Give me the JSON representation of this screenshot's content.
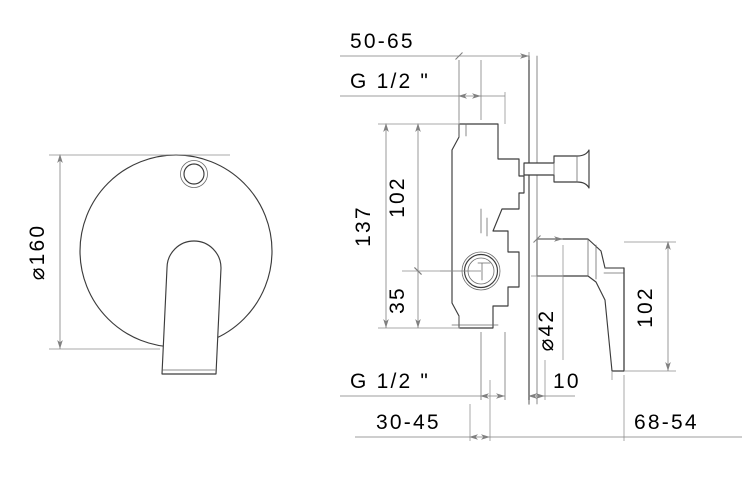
{
  "drawing": {
    "title": "Concealed shower mixer valve dimensional drawing",
    "background_color": "#ffffff",
    "line_color": "#3c3c3c",
    "dimension_color": "#808080",
    "text_color": "#000000",
    "views": {
      "front": {
        "name": "front-elevation",
        "description": "Round escutcheon plate with lever handle and diverter button"
      },
      "side": {
        "name": "side-section",
        "description": "Sectional side view of valve body, wall plate, diverter knob and lever"
      }
    },
    "dimensions": {
      "plate_diameter": "⌀160",
      "rough_in_depth_top": "50-65",
      "inlet_thread_top": "G  1/2 \"",
      "inlet_thread_bottom": "G  1/2 \"",
      "overall_height": "137",
      "upper_height": "102",
      "lower_height": "35",
      "handle_projection": "102",
      "knob_diameter": "⌀42",
      "plate_thickness": "10",
      "rough_in_depth_bottom": "30-45",
      "projection_range": "68-54"
    }
  }
}
